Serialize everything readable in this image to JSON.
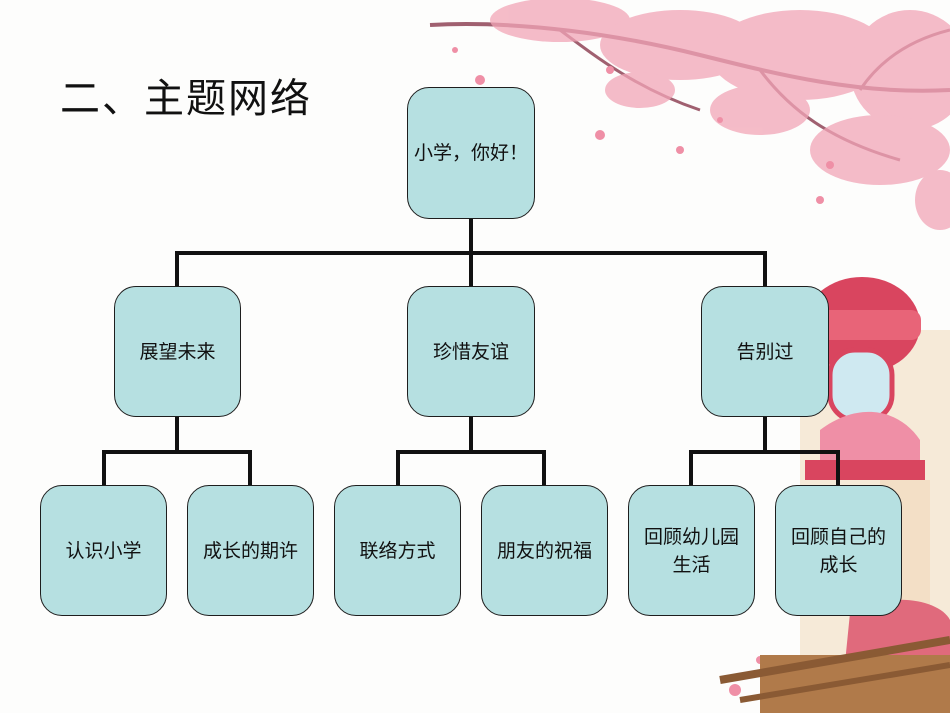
{
  "title": "二、主题网络",
  "colors": {
    "node_fill": "#b6e0e1",
    "node_border": "#1e1e1e",
    "connector": "#111111",
    "blossom": "#f2a5b7"
  },
  "root": {
    "label": "小学，你好！"
  },
  "branches": [
    {
      "label": "展望未来",
      "children": [
        {
          "label": "认识小学"
        },
        {
          "label": "成长的期许"
        }
      ]
    },
    {
      "label": "珍惜友谊",
      "children": [
        {
          "label": "联络方式"
        },
        {
          "label": "朋友的祝福"
        }
      ]
    },
    {
      "label": "告别过",
      "children": [
        {
          "label": "回顾幼儿园生活"
        },
        {
          "label": "回顾自己的成长"
        }
      ]
    }
  ]
}
